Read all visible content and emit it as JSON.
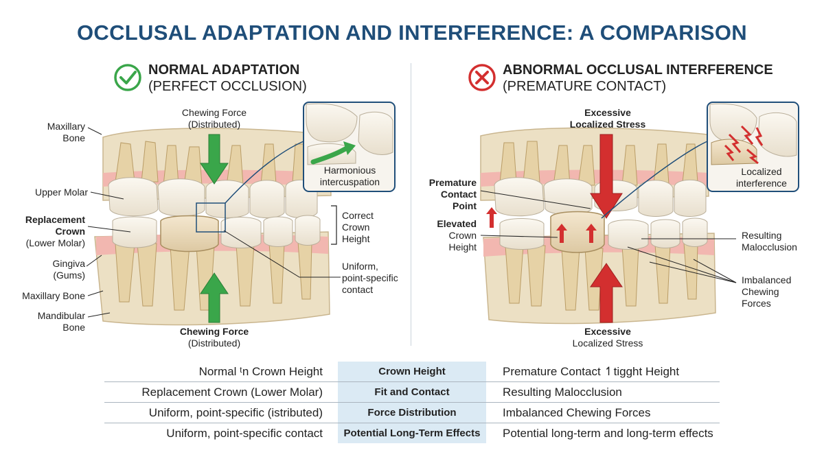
{
  "title": "OCCLUSAL ADAPTATION AND INTERFERENCE: A COMPARISON",
  "colors": {
    "title": "#1f4e79",
    "normal_green": "#3aa64a",
    "abnormal_red": "#d32f2f",
    "tooth": "#f3eee4",
    "gum": "#f2b7b0",
    "bone": "#e9d9b8",
    "table_mid_bg": "#dbeaf4"
  },
  "left_panel": {
    "status_icon": "green-check-circle-icon",
    "heading_bold": "NORMAL ADAPTATION",
    "heading_sub": "(PERFECT OCCLUSION)",
    "labels": {
      "maxillary_bone_top": [
        "Maxillary",
        "Bone"
      ],
      "upper_molar": "Upper Molar",
      "replacement_crown": [
        "Replacement",
        "Crown"
      ],
      "replacement_crown_sub": "(Lower Molar)",
      "gingiva": [
        "Gingiva",
        "(Gums)"
      ],
      "maxillary_bone_bottom": "Maxillary Bone",
      "mandibular_bone": [
        "Mandibular",
        "Bone"
      ],
      "force_top": [
        "Chewing Force",
        "(Distributed)"
      ],
      "force_bottom_bold": "Chewing Force",
      "force_bottom_sub": "(Distributed)",
      "inset": [
        "Harmonious",
        "intercuspation"
      ],
      "correct_height": [
        "Correct",
        "Crown",
        "Height"
      ],
      "uniform_contact": [
        "Uniform,",
        "point-specific",
        "contact"
      ]
    }
  },
  "right_panel": {
    "status_icon": "red-x-circle-icon",
    "heading_bold": "ABNORMAL OCCLUSAL INTERFERENCE",
    "heading_sub": "(PREMATURE CONTACT)",
    "labels": {
      "stress_top": [
        "Excessive",
        "Localized Stress"
      ],
      "premature_contact": [
        "Premature",
        "Contact Point"
      ],
      "elevated_bold": "Elevated",
      "elevated_rest": [
        "Crown",
        "Height"
      ],
      "inset": [
        "Localized",
        "interference"
      ],
      "resulting_malocclusion": [
        "Resulting",
        "Malocclusion"
      ],
      "imbalanced_forces": [
        "Imbalanced",
        "Chewing",
        "Forces"
      ],
      "stress_bottom_bold": "Excessive",
      "stress_bottom_sub": "Localized Stress"
    }
  },
  "table": {
    "rows": [
      {
        "left": "Normal ᵗn Crown Height",
        "mid": "Crown Height",
        "right": "Premature Contact ↿tigght Height"
      },
      {
        "left": "Replacement Crown (Lower Molar)",
        "mid": "Fit and Contact",
        "right": "Resulting Malocclusion"
      },
      {
        "left": "Uniform, point-specific (istributed)",
        "mid": "Force Distribution",
        "right": "Imbalanced Chewing Forces"
      },
      {
        "left": "Uniform, point-specific contact",
        "mid": "Potential Long-Term Effects",
        "right": "Potential long-term and long-term effects"
      }
    ]
  }
}
